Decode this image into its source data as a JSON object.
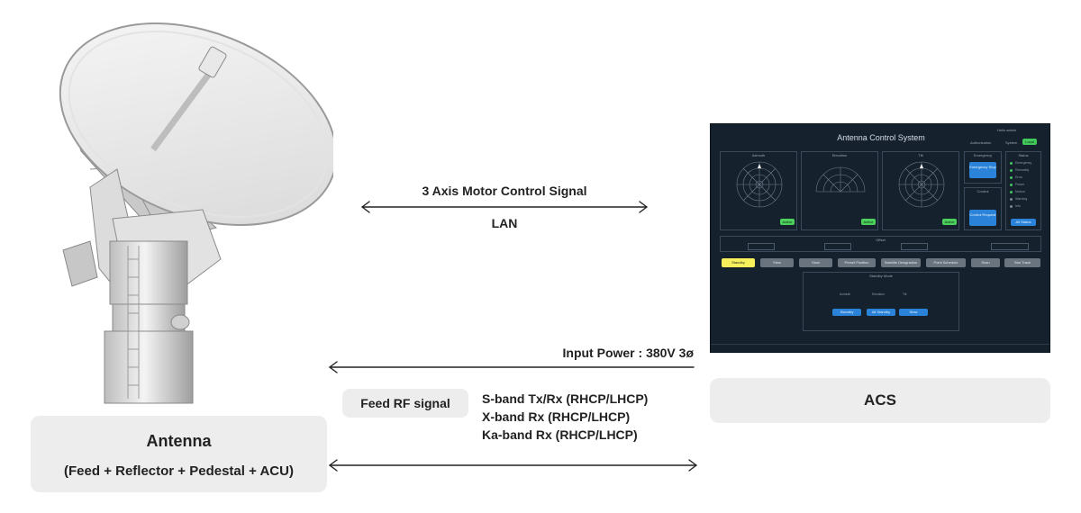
{
  "labels": {
    "motor_signal": "3 Axis Motor Control Signal",
    "lan": "LAN",
    "input_power": "Input Power : 380V 3ø",
    "feed_rf": "Feed RF signal",
    "bands": [
      "S-band Tx/Rx (RHCP/LHCP)",
      "X-band Rx (RHCP/LHCP)",
      "Ka-band Rx (RHCP/LHCP)"
    ]
  },
  "antenna": {
    "title": "Antenna",
    "subtitle": "(Feed + Reflector + Pedestal + ACU)"
  },
  "acs": {
    "label": "ACS",
    "screen": {
      "title": "Antenna Control System",
      "user": "Hello admin",
      "auth_label": "Authorization",
      "system_label": "System",
      "local_label": "Local",
      "panels": [
        "Azimuth",
        "Elevation",
        "Tilt"
      ],
      "panel_button": "Active",
      "emergency_title": "Emergency",
      "emergency_button": "Emergency Stop",
      "control_title": "Control",
      "control_button": "Control Request",
      "status_title": "Status",
      "status_items": [
        "Emergency",
        "Remotely",
        "Error",
        "Power",
        "Motion",
        "Warning",
        "Info"
      ],
      "status_button": "All Status",
      "offset_title": "Offset",
      "modes": [
        "Standby",
        "Slew",
        "Stow",
        "Preset Position",
        "Satellite Designation",
        "Point Schedule",
        "Scan",
        "Star Track"
      ],
      "standby_title": "Standby Mode",
      "standby_options": [
        "Azimuth",
        "Elevation",
        "Tilt"
      ],
      "standby_buttons": [
        "Standby",
        "All Standby",
        "Stow"
      ]
    }
  },
  "colors": {
    "box_bg": "#ededed",
    "screen_bg": "#16212e",
    "accent_blue": "#2a83d8",
    "accent_green": "#4cd15c",
    "accent_yellow": "#f7f05a"
  }
}
